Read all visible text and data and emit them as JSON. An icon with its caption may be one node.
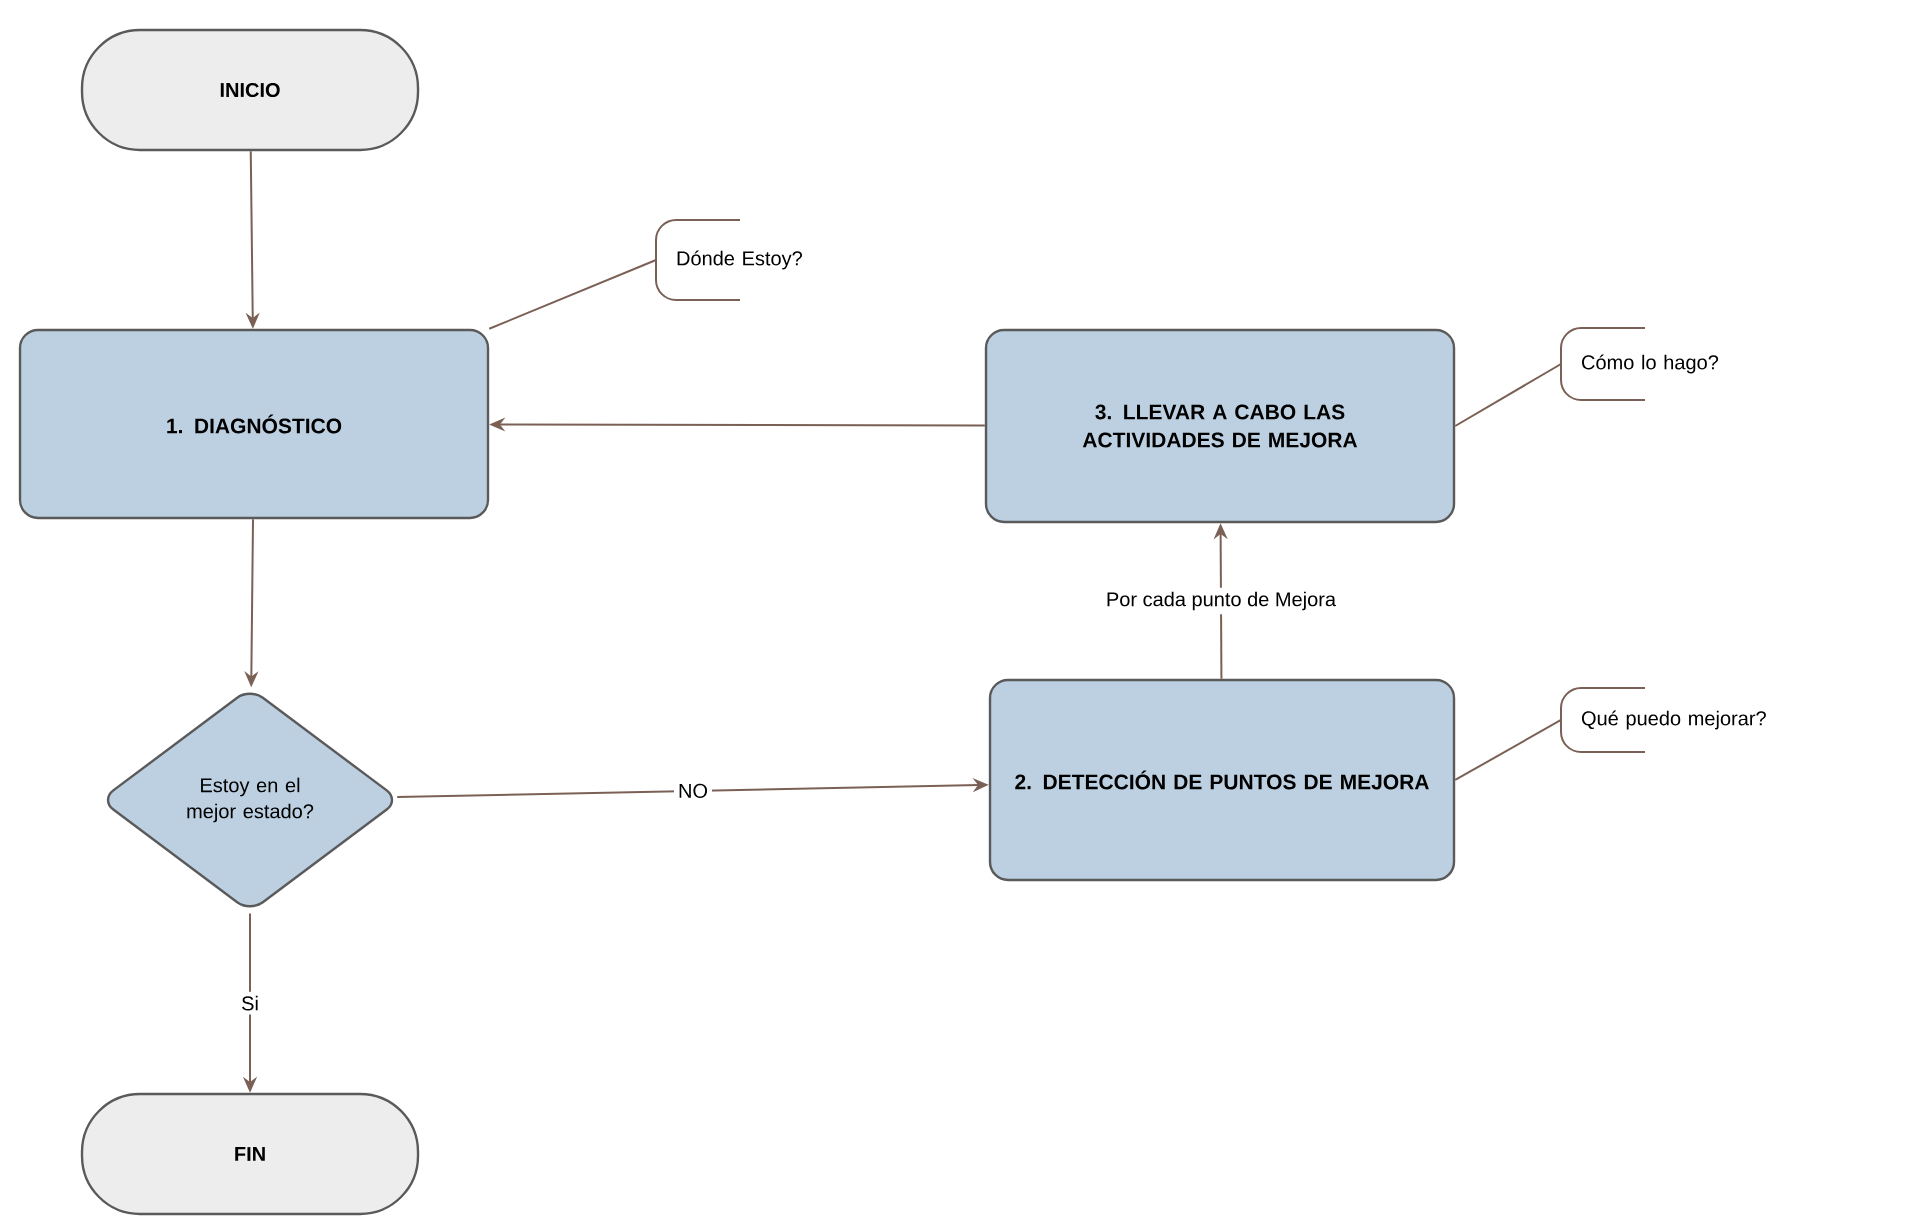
{
  "diagram": {
    "nodes": [
      {
        "text": [
          "INICIO"
        ]
      },
      {
        "text": [
          "1. DIAGNÓSTICO"
        ]
      },
      {
        "text": [
          "Estoy en el mejor estado?"
        ]
      },
      {
        "text": [
          "2. DETECCIÓN DE PUNTOS DE MEJORA"
        ]
      },
      {
        "text": [
          "3. LLEVAR A CABO LAS ACTIVIDADES DE MEJORA"
        ]
      },
      {
        "text": [
          "FIN"
        ]
      },
      {
        "text": [
          "Dónde Estoy?"
        ]
      },
      {
        "text": [
          "Cómo lo hago?"
        ]
      },
      {
        "text": [
          "Qué puedo mejorar?"
        ]
      }
    ],
    "edges": [
      {
        "from": 0,
        "to": 1,
        "arrow": "to"
      },
      {
        "from": 1,
        "to": 2,
        "arrow": "to"
      },
      {
        "from": 2,
        "to": 3,
        "arrow": "to",
        "label": "NO"
      },
      {
        "from": 3,
        "to": 4,
        "arrow": "to",
        "label": "Por cada punto de Mejora"
      },
      {
        "from": 4,
        "to": 1,
        "arrow": "to"
      },
      {
        "from": 2,
        "to": 5,
        "arrow": "to",
        "label": "Si"
      },
      {
        "from": 6,
        "to": 1,
        "arrow": "none"
      },
      {
        "from": 7,
        "to": 4,
        "arrow": "none"
      },
      {
        "from": 8,
        "to": 3,
        "arrow": "none"
      }
    ]
  }
}
